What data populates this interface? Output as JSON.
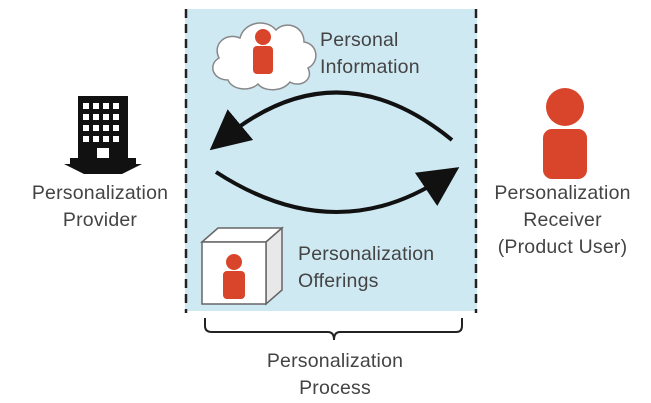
{
  "diagram": {
    "provider": {
      "line1": "Personalization",
      "line2": "Provider"
    },
    "receiver": {
      "line1": "Personalization",
      "line2": "Receiver",
      "line3": "(Product User)"
    },
    "personal_information": {
      "line1": "Personal",
      "line2": "Information"
    },
    "offerings": {
      "line1": "Personalization",
      "line2": "Offerings"
    },
    "process": {
      "line1": "Personalization",
      "line2": "Process"
    }
  },
  "colors": {
    "process_background": "#cfe9f3",
    "person_red": "#d9452b",
    "building_black": "#111111",
    "text_gray": "#444444"
  },
  "icons": {
    "provider": "office-building-icon",
    "receiver": "person-icon",
    "info": "cloud-with-person-icon",
    "offerings": "box-with-person-icon"
  }
}
